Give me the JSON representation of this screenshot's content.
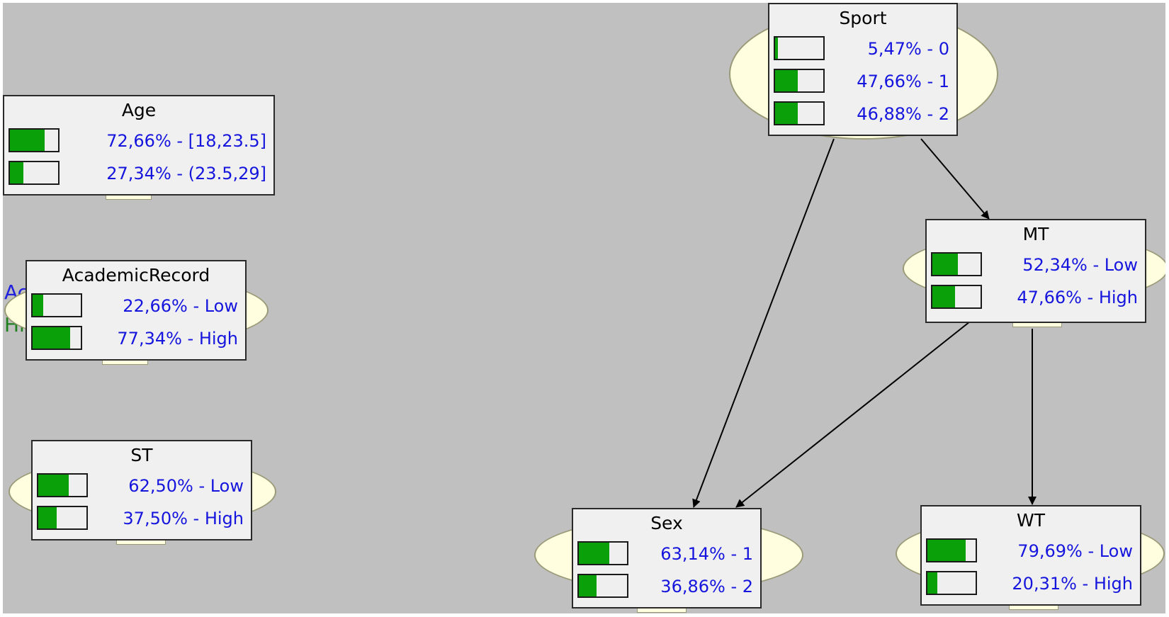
{
  "colors": {
    "canvas": "#c0c0c0",
    "node_fill": "#f0f0f0",
    "ellipse_fill": "#ffffe0",
    "bar_fill": "#0aa00a",
    "state_text": "#1515dd",
    "edge": "#000000"
  },
  "nodes": {
    "sport": {
      "title": "Sport",
      "states": [
        {
          "text": "5,47% - 0",
          "prob": 0.0547
        },
        {
          "text": "47,66% - 1",
          "prob": 0.4766
        },
        {
          "text": "46,88% - 2",
          "prob": 0.4688
        }
      ]
    },
    "age": {
      "title": "Age",
      "states": [
        {
          "text": "72,66% - [18,23.5]",
          "prob": 0.7266
        },
        {
          "text": "27,34% - (23.5,29]",
          "prob": 0.2734
        }
      ]
    },
    "academic_record": {
      "title": "AcademicRecord",
      "states": [
        {
          "text": "22,66% - Low",
          "prob": 0.2266
        },
        {
          "text": "77,34% - High",
          "prob": 0.7734
        }
      ]
    },
    "st": {
      "title": "ST",
      "states": [
        {
          "text": "62,50% - Low",
          "prob": 0.625
        },
        {
          "text": "37,50% - High",
          "prob": 0.375
        }
      ]
    },
    "mt": {
      "title": "MT",
      "states": [
        {
          "text": "52,34% - Low",
          "prob": 0.5234
        },
        {
          "text": "47,66% - High",
          "prob": 0.4766
        }
      ]
    },
    "sex": {
      "title": "Sex",
      "states": [
        {
          "text": "63,14% - 1",
          "prob": 0.6314
        },
        {
          "text": "36,86% - 2",
          "prob": 0.3686
        }
      ]
    },
    "wt": {
      "title": "WT",
      "states": [
        {
          "text": "79,69% - Low",
          "prob": 0.7969
        },
        {
          "text": "20,31% - High",
          "prob": 0.2031
        }
      ]
    }
  },
  "clipped_text": {
    "blue": "Ac",
    "green": "Hi"
  },
  "edges": [
    {
      "from": "Sport",
      "to": "Sex"
    },
    {
      "from": "Sport",
      "to": "MT"
    },
    {
      "from": "MT",
      "to": "Sex"
    },
    {
      "from": "MT",
      "to": "WT"
    }
  ]
}
